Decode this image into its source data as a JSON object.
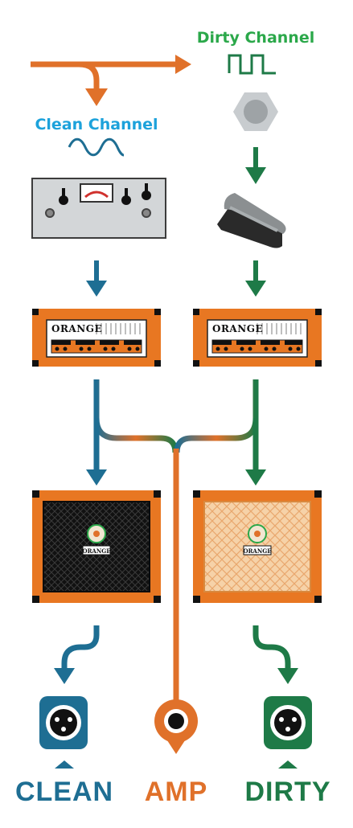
{
  "labels": {
    "dirty_channel": "Dirty Channel",
    "clean_channel": "Clean Channel",
    "output_clean": "CLEAN",
    "output_amp": "AMP",
    "output_dirty": "DIRTY",
    "amp_brand_left": "ORANGE",
    "amp_brand_right": "ORANGE",
    "cab_brand_left": "ORANGE",
    "cab_brand_right": "ORANGE"
  },
  "colors": {
    "orange": "#E0712A",
    "blue": "#1E6E93",
    "green": "#1E7A47",
    "cyan_text": "#1DA2DB",
    "green_text": "#2BA84A",
    "steel": "#BFC3C6"
  },
  "icons": {
    "clean_wave": "sine-wave-icon",
    "dirty_wave": "square-wave-icon",
    "footswitch": "footswitch-icon",
    "di_box": "di-box-icon",
    "pedal": "wah-pedal-icon",
    "xlr": "xlr-connector-icon",
    "jack": "quarter-inch-jack-icon"
  }
}
